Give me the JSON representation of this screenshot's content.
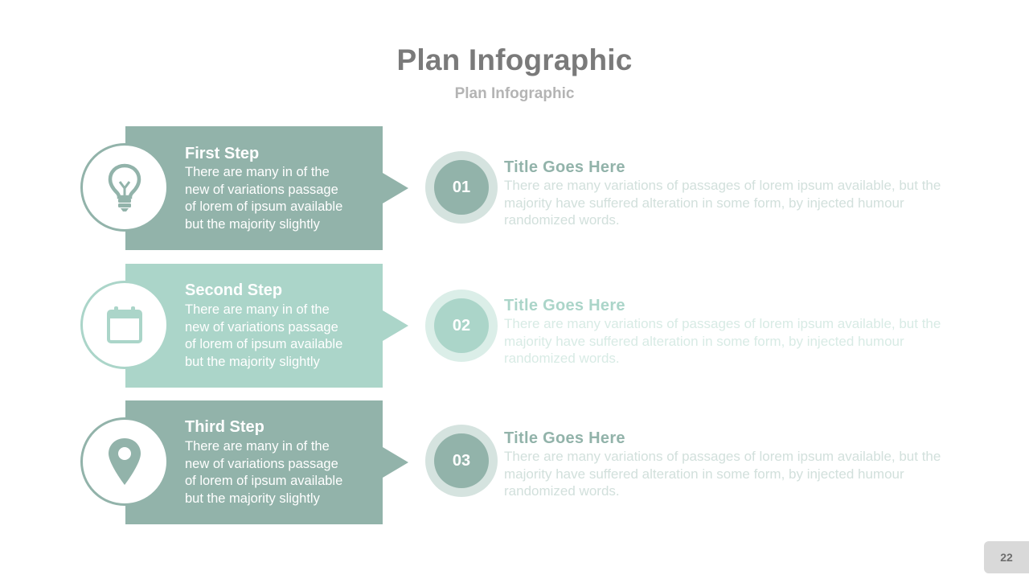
{
  "title": "Plan Infographic",
  "subtitle": "Plan Infographic",
  "page_number": "22",
  "colors": {
    "dark_teal": "#92b3aa",
    "light_teal": "#abd5c9",
    "title_gray": "#7a7a7a",
    "subtitle_gray": "#b4b4b4"
  },
  "steps": [
    {
      "heading": "First Step",
      "lines": [
        "There are many  in of the",
        "new of  variations passage",
        "of lorem of ipsum available",
        "but the majority slightly"
      ],
      "icon": "lightbulb-icon",
      "number": "01",
      "desc_title": "Title Goes Here",
      "desc_lines": [
        "There are many variations of passages of lorem ipsum available, but the",
        "majority have suffered alteration in some form, by injected humour",
        "randomized words."
      ]
    },
    {
      "heading": "Second Step",
      "lines": [
        "There are many  in of the",
        "new of  variations passage",
        "of lorem of ipsum available",
        "but the majority slightly"
      ],
      "icon": "calendar-icon",
      "number": "02",
      "desc_title": "Title Goes Here",
      "desc_lines": [
        "There are many variations of passages of lorem ipsum available, but the",
        "majority have suffered alteration in some form, by injected humour",
        "randomized words."
      ]
    },
    {
      "heading": "Third Step",
      "lines": [
        "There are many  in of the",
        "new of  variations passage",
        "of lorem of ipsum available",
        "but the majority slightly"
      ],
      "icon": "location-pin-icon",
      "number": "03",
      "desc_title": "Title Goes Here",
      "desc_lines": [
        "There are many variations of passages of lorem ipsum available, but the",
        "majority have suffered alteration in some form, by injected humour",
        "randomized words."
      ]
    }
  ]
}
